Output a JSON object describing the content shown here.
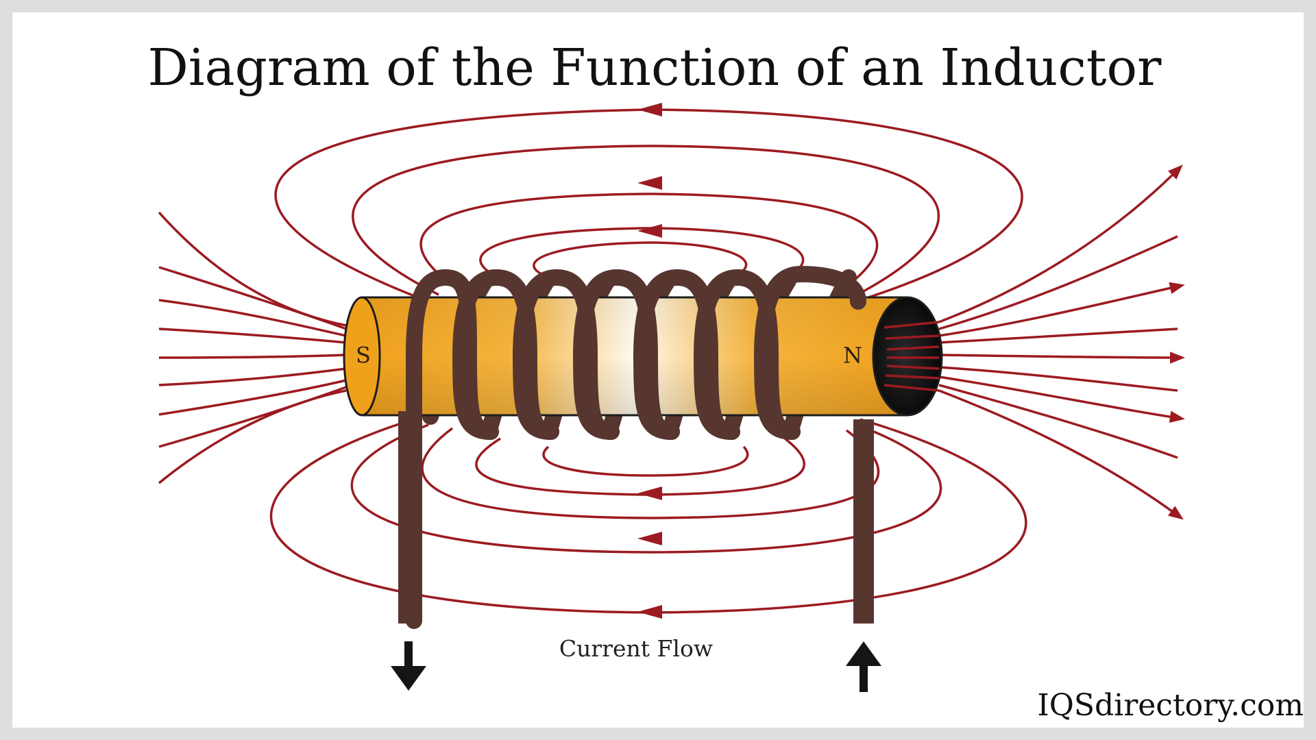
{
  "title": "Diagram of the Function of an Inductor",
  "labels": {
    "south_pole": "S",
    "north_pole": "N",
    "current_flow": "Current Flow"
  },
  "watermark": "IQSdirectory.com",
  "colors": {
    "background": "#ffffff",
    "frame": "#dedede",
    "field_lines": "#9b1b21",
    "core": "#f2a21a",
    "coil_wire": "#57362f",
    "arrows": "#151515"
  },
  "icons": {
    "current_out": "arrow-down-icon",
    "current_in": "arrow-up-icon"
  }
}
